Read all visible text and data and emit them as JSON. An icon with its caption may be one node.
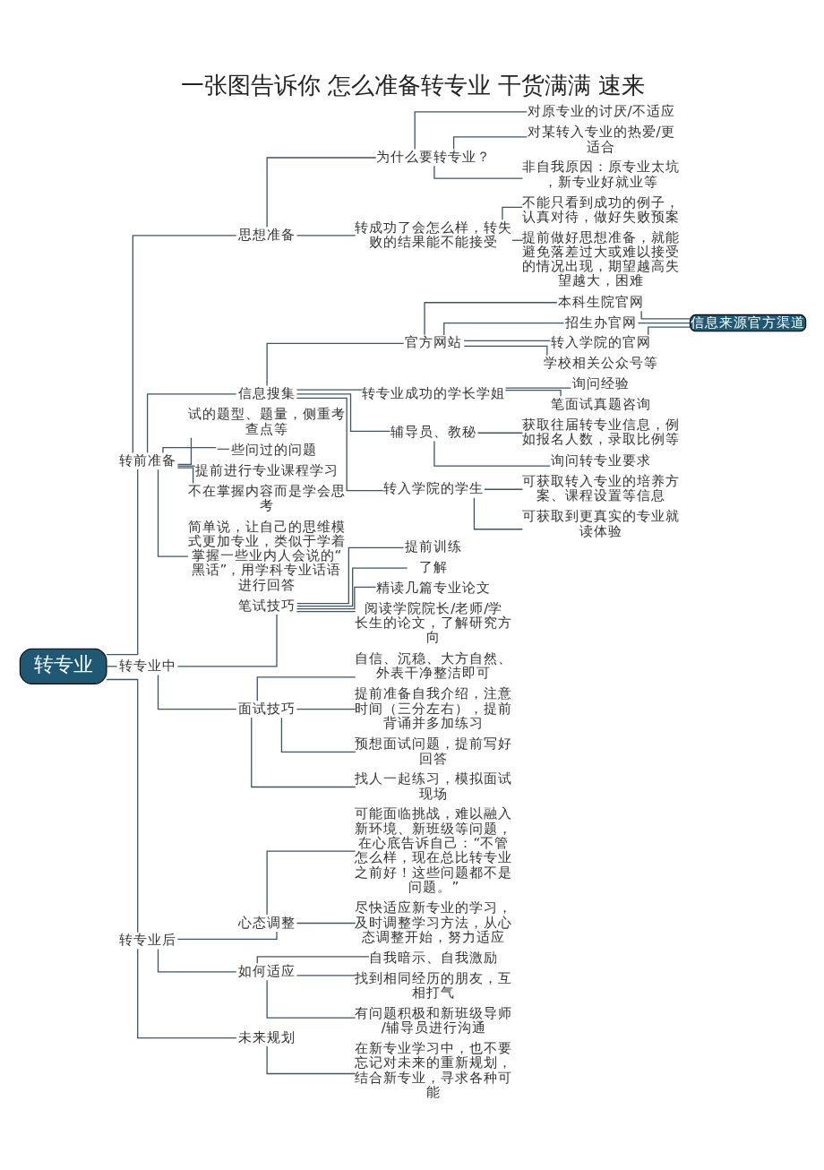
{
  "diagram": {
    "title": "一张图告诉你 怎么准备转专业 干货满满 速来",
    "nodes": [
      {
        "text": [
          "转专业"
        ]
      },
      {
        "text": [
          "转前准备"
        ]
      },
      {
        "text": [
          "思想准备"
        ]
      },
      {
        "text": [
          "为什么要转专业？"
        ]
      },
      {
        "text": [
          "对原专业的讨厌/不适应"
        ]
      },
      {
        "text": [
          "对某转入专业的热爱/更适合"
        ]
      },
      {
        "text": [
          "非自我原因：原专业太坑，新专业好就业等"
        ]
      },
      {
        "text": [
          "转成功了会怎么样，转失败的结果能不能接受"
        ]
      },
      {
        "text": [
          "不能只看到成功的例子，认真对待，做好失败预案"
        ]
      },
      {
        "text": [
          "提前做好思想准备，就能避免落差过大或难以接受的情况出现，期望越高失望越大，困难"
        ]
      },
      {
        "text": [
          "信息搜集"
        ]
      },
      {
        "text": [
          "官方网站"
        ]
      },
      {
        "text": [
          "本科生院官网"
        ]
      },
      {
        "text": [
          "招生办官网"
        ]
      },
      {
        "text": [
          "转入学院的官网"
        ]
      },
      {
        "text": [
          "学校相关公众号等"
        ]
      },
      {
        "text": [
          "信息来源官方渠道"
        ]
      },
      {
        "text": [
          "转专业成功的学长学姐"
        ]
      },
      {
        "text": [
          "询问经验"
        ]
      },
      {
        "text": [
          "笔面试真题咨询"
        ]
      },
      {
        "text": [
          "辅导员、教秘"
        ]
      },
      {
        "text": [
          "获取往届转专业信息，例如报名人数，录取比例等"
        ]
      },
      {
        "text": [
          "询问转专业要求"
        ]
      },
      {
        "text": [
          "转入学院的学生"
        ]
      },
      {
        "text": [
          "可获取转入专业的培养方案、课程设置等信息"
        ]
      },
      {
        "text": [
          "可获取到更真实的专业就读体验"
        ]
      },
      {
        "text": [
          "试的题型、题量，侧重考查点等"
        ]
      },
      {
        "text": [
          "一些问过的问题"
        ]
      },
      {
        "text": [
          "提前进行专业课程学习"
        ]
      },
      {
        "text": [
          "不在掌握内容而是学会思考"
        ]
      },
      {
        "text": [
          "简单说，让自己的思维模式更加专业，类似于学着掌握一些业内人会说的“黑话”，用学科专业话语进行回答"
        ]
      },
      {
        "text": [
          "转专业中"
        ]
      },
      {
        "text": [
          "笔试技巧"
        ]
      },
      {
        "text": [
          "提前训练"
        ]
      },
      {
        "text": [
          "了解"
        ]
      },
      {
        "text": [
          "精读几篇专业论文"
        ]
      },
      {
        "text": [
          "阅读学院院长/老师/学长生的论文，了解研究方向"
        ]
      },
      {
        "text": [
          "面试技巧"
        ]
      },
      {
        "text": [
          "自信、沉稳、大方自然、外表干净整洁即可"
        ]
      },
      {
        "text": [
          "提前准备自我介绍，注意时间（三分左右），提前背诵并多加练习"
        ]
      },
      {
        "text": [
          "预想面试问题，提前写好回答"
        ]
      },
      {
        "text": [
          "找人一起练习，模拟面试现场"
        ]
      },
      {
        "text": [
          "转专业后"
        ]
      },
      {
        "text": [
          "心态调整"
        ]
      },
      {
        "text": [
          "可能面临挑战，难以融入新环境、新班级等问题，在心底告诉自己：“不管怎么样，现在总比转专业之前好！这些问题都不是问题。”"
        ]
      },
      {
        "text": [
          "尽快适应新专业的学习，及时调整学习方法，从心态调整开始，努力适应"
        ]
      },
      {
        "text": [
          "如何适应"
        ]
      },
      {
        "text": [
          "自我暗示、自我激励"
        ]
      },
      {
        "text": [
          "找到相同经历的朋友，互相打气"
        ]
      },
      {
        "text": [
          "有问题积极和新班级导师/辅导员进行沟通"
        ]
      },
      {
        "text": [
          "未来规划"
        ]
      },
      {
        "text": [
          "在新专业学习中，也不要忘记对未来的重新规划，结合新专业，寻求各种可能"
        ]
      }
    ],
    "edges": [
      {
        "from": 0,
        "to": 1,
        "arrow": "none"
      },
      {
        "from": 1,
        "to": 2,
        "arrow": "none"
      },
      {
        "from": 2,
        "to": 3,
        "arrow": "none"
      },
      {
        "from": 3,
        "to": 4,
        "arrow": "none"
      },
      {
        "from": 3,
        "to": 5,
        "arrow": "none"
      },
      {
        "from": 3,
        "to": 6,
        "arrow": "none"
      },
      {
        "from": 2,
        "to": 7,
        "arrow": "none"
      },
      {
        "from": 7,
        "to": 8,
        "arrow": "none"
      },
      {
        "from": 7,
        "to": 9,
        "arrow": "none"
      },
      {
        "from": 1,
        "to": 10,
        "arrow": "none"
      },
      {
        "from": 10,
        "to": 11,
        "arrow": "none"
      },
      {
        "from": 11,
        "to": 12,
        "arrow": "none"
      },
      {
        "from": 11,
        "to": 13,
        "arrow": "none"
      },
      {
        "from": 11,
        "to": 14,
        "arrow": "none"
      },
      {
        "from": 11,
        "to": 15,
        "arrow": "none"
      },
      {
        "from": 12,
        "to": 16,
        "arrow": "none"
      },
      {
        "from": 13,
        "to": 16,
        "arrow": "none"
      },
      {
        "from": 14,
        "to": 16,
        "arrow": "none"
      },
      {
        "from": 10,
        "to": 17,
        "arrow": "none"
      },
      {
        "from": 17,
        "to": 18,
        "arrow": "none"
      },
      {
        "from": 17,
        "to": 19,
        "arrow": "none"
      },
      {
        "from": 10,
        "to": 20,
        "arrow": "none"
      },
      {
        "from": 20,
        "to": 21,
        "arrow": "none"
      },
      {
        "from": 20,
        "to": 22,
        "arrow": "none"
      },
      {
        "from": 10,
        "to": 23,
        "arrow": "none"
      },
      {
        "from": 23,
        "to": 24,
        "arrow": "none"
      },
      {
        "from": 23,
        "to": 25,
        "arrow": "none"
      },
      {
        "from": 1,
        "to": 26,
        "arrow": "none"
      },
      {
        "from": 1,
        "to": 27,
        "arrow": "none"
      },
      {
        "from": 1,
        "to": 28,
        "arrow": "none"
      },
      {
        "from": 1,
        "to": 29,
        "arrow": "none"
      },
      {
        "from": 1,
        "to": 30,
        "arrow": "none"
      },
      {
        "from": 0,
        "to": 31,
        "arrow": "none"
      },
      {
        "from": 31,
        "to": 32,
        "arrow": "none"
      },
      {
        "from": 32,
        "to": 33,
        "arrow": "none"
      },
      {
        "from": 32,
        "to": 34,
        "arrow": "none"
      },
      {
        "from": 32,
        "to": 35,
        "arrow": "none"
      },
      {
        "from": 32,
        "to": 36,
        "arrow": "none"
      },
      {
        "from": 31,
        "to": 37,
        "arrow": "none"
      },
      {
        "from": 37,
        "to": 38,
        "arrow": "none"
      },
      {
        "from": 37,
        "to": 39,
        "arrow": "none"
      },
      {
        "from": 37,
        "to": 40,
        "arrow": "none"
      },
      {
        "from": 37,
        "to": 41,
        "arrow": "none"
      },
      {
        "from": 0,
        "to": 42,
        "arrow": "none"
      },
      {
        "from": 42,
        "to": 43,
        "arrow": "none"
      },
      {
        "from": 43,
        "to": 44,
        "arrow": "none"
      },
      {
        "from": 43,
        "to": 45,
        "arrow": "none"
      },
      {
        "from": 42,
        "to": 46,
        "arrow": "none"
      },
      {
        "from": 46,
        "to": 47,
        "arrow": "none"
      },
      {
        "from": 46,
        "to": 48,
        "arrow": "none"
      },
      {
        "from": 46,
        "to": 49,
        "arrow": "none"
      },
      {
        "from": 42,
        "to": 50,
        "arrow": "none"
      },
      {
        "from": 50,
        "to": 51,
        "arrow": "none"
      }
    ]
  }
}
